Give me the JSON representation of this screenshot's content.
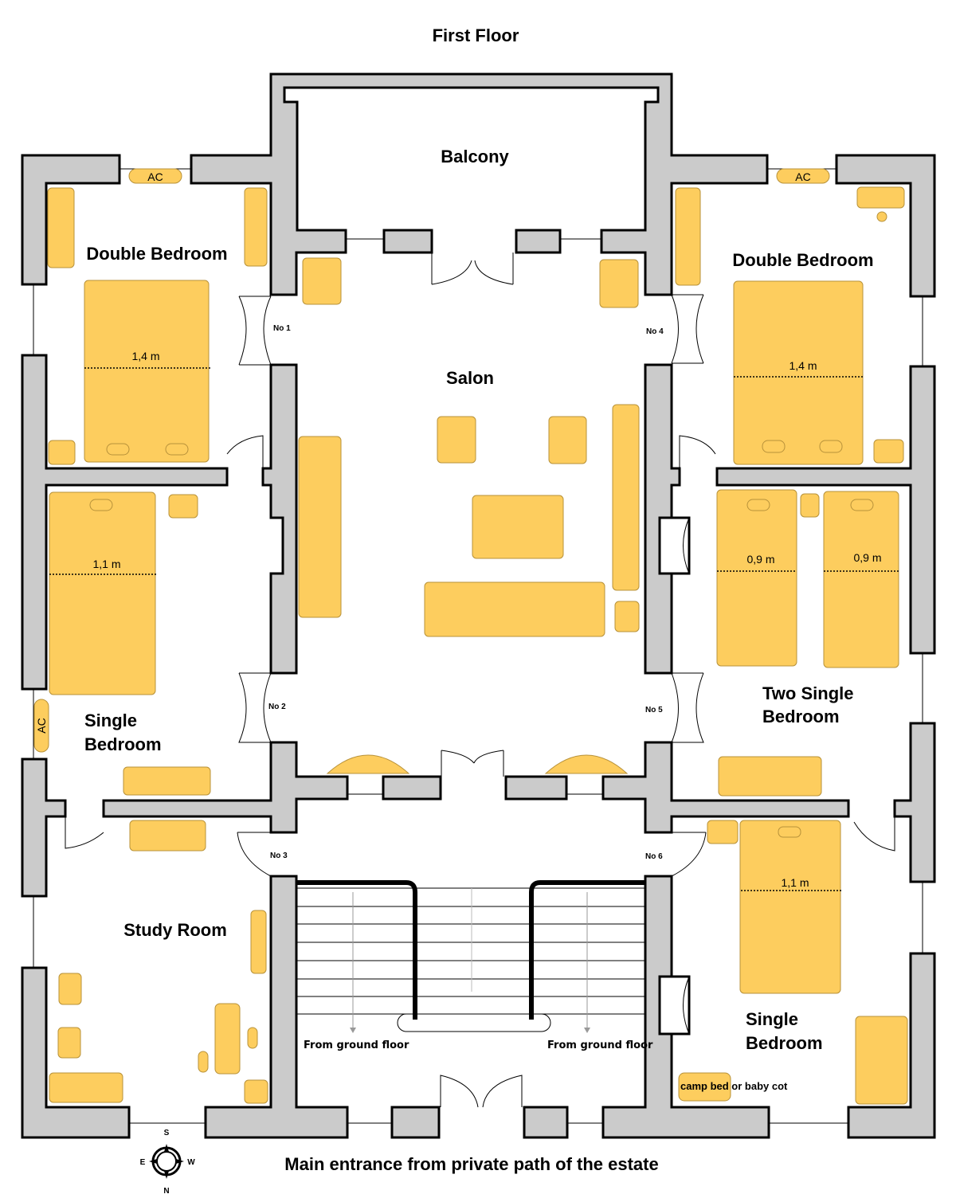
{
  "title": "First Floor",
  "rooms": {
    "balcony": "Balcony",
    "salon": "Salon",
    "double_bedroom_left": "Double Bedroom",
    "double_bedroom_right": "Double Bedroom",
    "single_bedroom_left_1": "Single",
    "single_bedroom_left_2": "Bedroom",
    "two_single_1": "Two Single",
    "two_single_2": "Bedroom",
    "study_room": "Study Room",
    "single_bedroom_right_1": "Single",
    "single_bedroom_right_2": "Bedroom"
  },
  "dimensions": {
    "left_double_bed": "1,4 m",
    "right_double_bed": "1,4 m",
    "left_single_bed": "1,1 m",
    "twin_bed_1": "0,9 m",
    "twin_bed_2": "0,9 m",
    "right_single_bed": "1,1 m"
  },
  "doors": {
    "no1": "No 1",
    "no2": "No 2",
    "no3": "No 3",
    "no4": "No 4",
    "no5": "No 5",
    "no6": "No 6"
  },
  "ac": {
    "left_top": "AC",
    "right_top": "AC",
    "left_side": "AC"
  },
  "stairs": {
    "left": "From ground floor",
    "right": "From ground floor"
  },
  "camp_bed": {
    "highlight": "camp bed",
    "rest": " or baby cot"
  },
  "compass": {
    "s": "S",
    "n": "N",
    "e": "E",
    "w": "W"
  },
  "entrance": "Main entrance from private path of the estate",
  "colors": {
    "furniture": "#fdcd5e",
    "wall": "#cbcbcb"
  }
}
